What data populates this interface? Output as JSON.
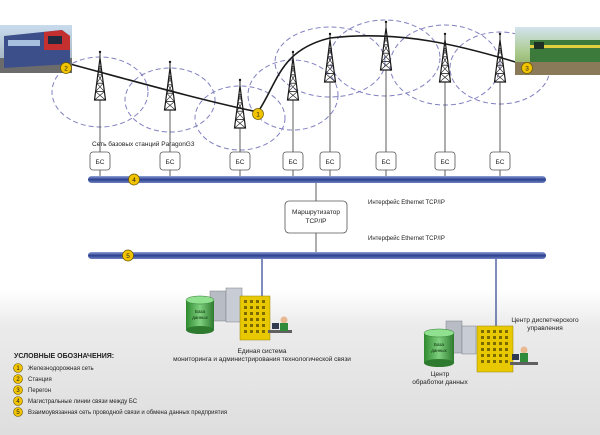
{
  "network_label": "Сеть базовых станций ParagonG3",
  "bs_label": "БС",
  "bs_count": 8,
  "interface_label_1": "Интерфейс Ethernet TCP/IP",
  "interface_label_2": "Интерфейс Ethernet TCP/IP",
  "router": {
    "line1": "Маршрутизатор",
    "line2": "TCP/IP"
  },
  "bus_markers": [
    "4",
    "5"
  ],
  "train_markers": {
    "left": "2",
    "right": "3",
    "segment": "1"
  },
  "db_label": [
    "База",
    "данных"
  ],
  "monitoring_caption": [
    "Единая система",
    "мониторинга и администрирования технологической связи"
  ],
  "processing_caption": [
    "Центр",
    "обработки данных"
  ],
  "dispatch_caption": [
    "Центр диспетчерского",
    "управления"
  ],
  "legend": {
    "title": "УСЛОВНЫЕ ОБОЗНАЧЕНИЯ:",
    "items": [
      {
        "num": "1",
        "text": "Железнодорожная сеть"
      },
      {
        "num": "2",
        "text": "Станция"
      },
      {
        "num": "3",
        "text": "Перегон"
      },
      {
        "num": "4",
        "text": "Магистральные линии связи между БС"
      },
      {
        "num": "5",
        "text": "Взаимоувязанная сеть проводной связи и обмена данных предприятия"
      }
    ]
  },
  "colors": {
    "bus": "#2b3f8f",
    "badge": "#f2c400",
    "ellipse": "#8080c0",
    "building": "#e8c800"
  }
}
